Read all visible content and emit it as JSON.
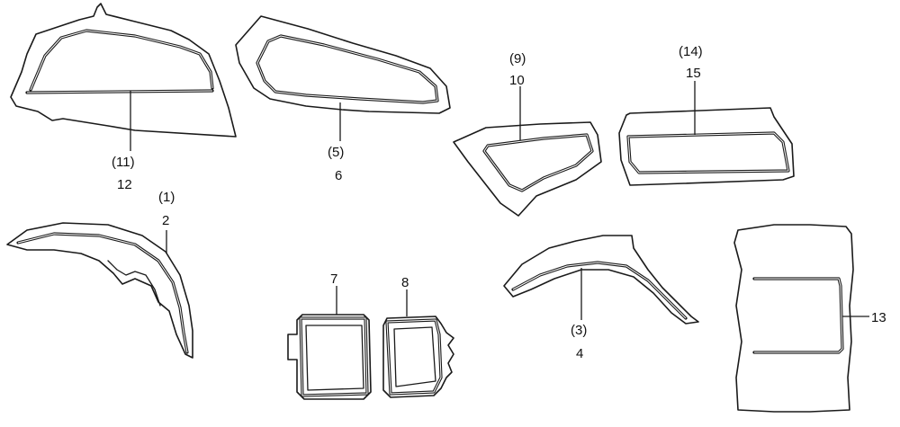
{
  "callouts": {
    "c11": "(11)",
    "c12": "12",
    "c5": "(5)",
    "c6": "6",
    "c9": "(9)",
    "c10": "10",
    "c14": "(14)",
    "c15": "15",
    "c1": "(1)",
    "c2": "2",
    "c7": "7",
    "c8": "8",
    "c3": "(3)",
    "c4": "4",
    "c13": "13"
  }
}
